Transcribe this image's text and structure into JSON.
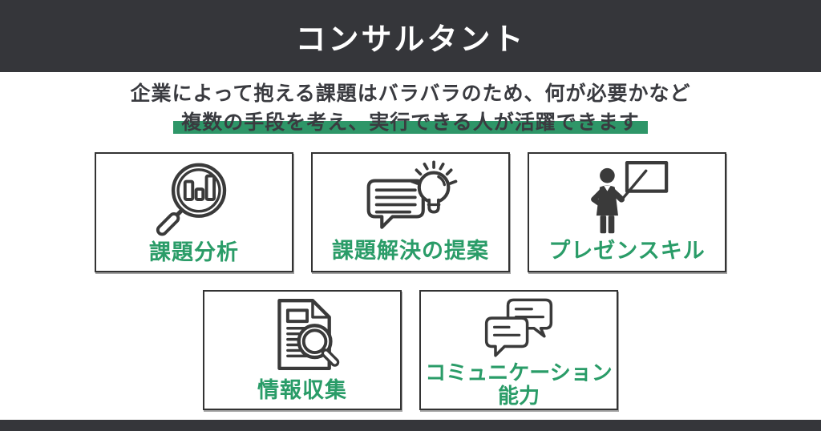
{
  "header": {
    "title": "コンサルタント"
  },
  "intro": {
    "line1": "企業によって抱える課題はバラバラのため、何が必要かなど",
    "line2": "複数の手段を考え、実行できる人が活躍できます"
  },
  "skills": [
    {
      "label": "課題分析",
      "icon": "magnifier-bar-chart-icon"
    },
    {
      "label": "課題解決の提案",
      "icon": "speech-bubble-lightbulb-icon"
    },
    {
      "label": "プレゼンスキル",
      "icon": "presenter-whiteboard-icon"
    },
    {
      "label": "情報収集",
      "icon": "document-magnifier-icon"
    },
    {
      "label": "コミュニケーション能力",
      "icon": "chat-bubbles-icon"
    }
  ],
  "colors": {
    "header_bg": "#35363a",
    "footer_bg": "#35363a",
    "accent_green": "#2a9c68",
    "highlight_green": "#2e9668",
    "text_dark": "#3a3b40",
    "card_border": "#333333",
    "card_bg": "#ffffff"
  }
}
